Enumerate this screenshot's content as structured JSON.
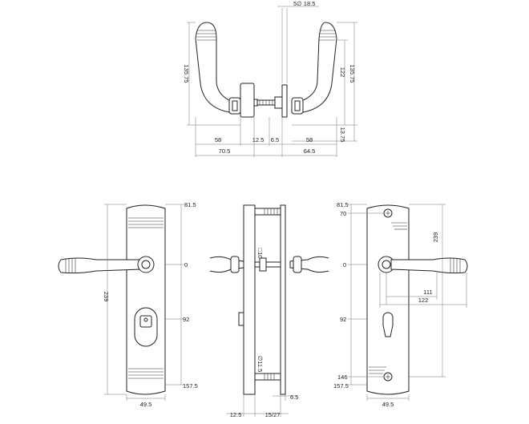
{
  "top_view": {
    "dim_diameter": "5∅ 18.5",
    "dim_height_left": "135.75",
    "dim_height_right_outer": "135.75",
    "dim_height_right_inner": "122",
    "dim_bottom_right": "13.75",
    "dim_row1": [
      "58",
      "12.5",
      "6.5",
      "58"
    ],
    "dim_row2": [
      "70.5",
      "64.5"
    ]
  },
  "front_left": {
    "dim_top": "81.5",
    "dim_zero": "0",
    "dim_92": "92",
    "dim_bottom": "157.5",
    "dim_height": "239",
    "dim_width": "49.5"
  },
  "side_view": {
    "dim_square": "□10",
    "dim_diameter": "∅11.5",
    "dim_6_5": "6.5",
    "dim_12_5": "12.5",
    "dim_15_27": "15/27"
  },
  "front_right": {
    "dim_81_5": "81.5",
    "dim_70": "70",
    "dim_zero": "0",
    "dim_92": "92",
    "dim_146": "146",
    "dim_157_5": "157.5",
    "dim_239": "239",
    "dim_111": "111",
    "dim_122": "122",
    "dim_width": "49.5"
  }
}
